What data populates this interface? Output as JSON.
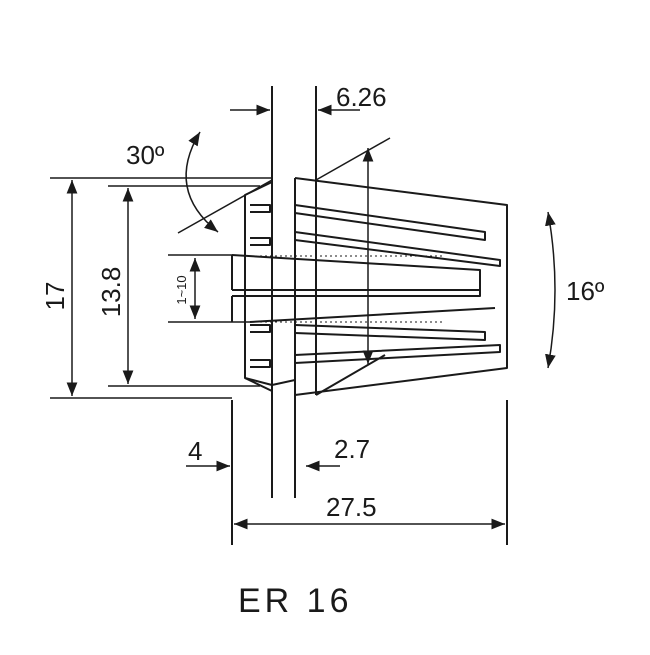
{
  "drawing": {
    "title": "ER 16",
    "line_color": "#1a1a1a",
    "background": "#ffffff"
  },
  "dimensions": {
    "top_width": "6.26",
    "chamfer_angle": "30º",
    "outer_diameter": "17",
    "inner_diameter": "13.8",
    "clamping_range": "1~10",
    "taper_angle": "16º",
    "front_offset": "4",
    "shoulder_width": "2.7",
    "total_length": "27.5"
  }
}
